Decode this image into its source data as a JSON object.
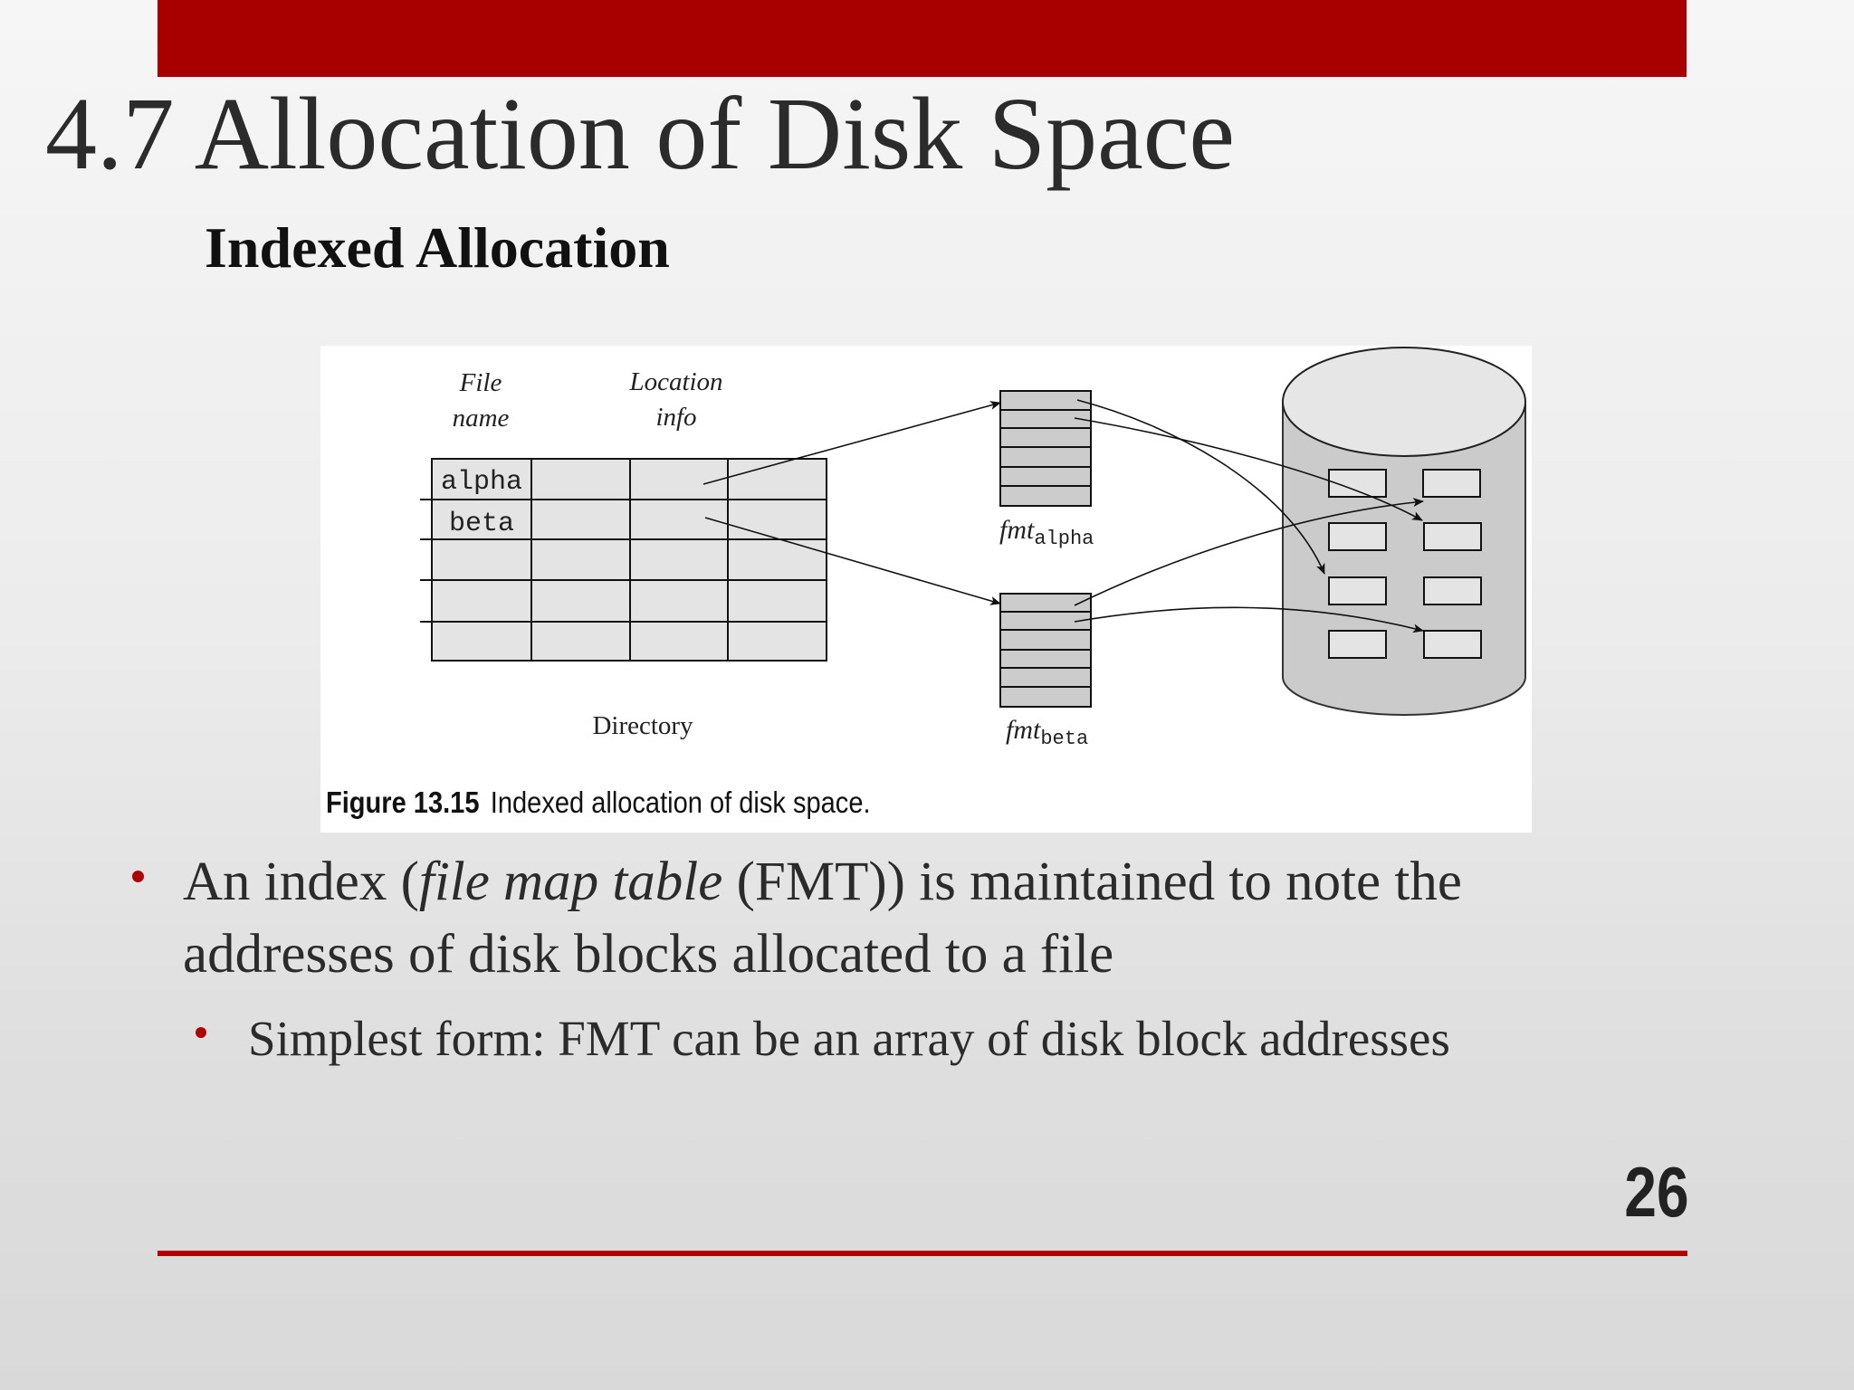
{
  "slide": {
    "title": "4.7 Allocation of Disk Space",
    "subtitle": "Indexed Allocation",
    "page_number": "26",
    "colors": {
      "accent": "#a80000",
      "text": "#2b2b2b",
      "figure_fill": "#e4e4e4",
      "fmt_fill": "#cccccc",
      "disk_fill": "#cbcbcb"
    }
  },
  "figure": {
    "header_file": "File",
    "header_name": "name",
    "header_location": "Location",
    "header_info": "info",
    "rows": [
      "alpha",
      "beta",
      "",
      "",
      ""
    ],
    "directory_label": "Directory",
    "fmt_alpha_base": "fmt",
    "fmt_alpha_sub": "alpha",
    "fmt_beta_base": "fmt",
    "fmt_beta_sub": "beta",
    "caption_number": "Figure 13.15",
    "caption_text": "Indexed allocation of disk space."
  },
  "bullets": {
    "b1_pre": "An index (",
    "b1_italic": "file map table",
    "b1_post": " (FMT)) is maintained to note the",
    "b1_line2": "addresses of disk blocks allocated to a file",
    "sub1": "Simplest form: FMT can be an array of disk block addresses"
  }
}
